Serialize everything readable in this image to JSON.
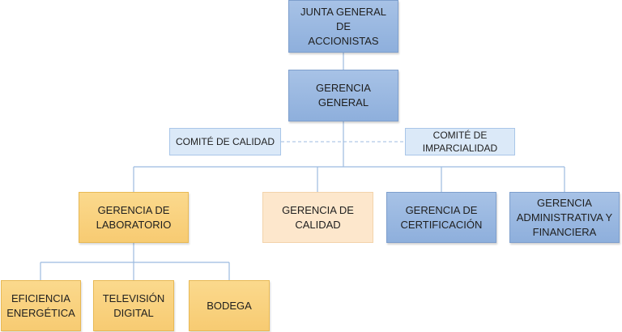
{
  "org_chart": {
    "top": {
      "label": "JUNTA GENERAL DE\nACCIONISTAS",
      "reports": {
        "label": "GERENCIA GENERAL",
        "committees": [
          {
            "label": "COMITÉ DE CALIDAD"
          },
          {
            "label": "COMITÉ DE\nIMPARCIALIDAD"
          }
        ],
        "departments": [
          {
            "label": "GERENCIA DE\nLABORATORIO",
            "units": [
              {
                "label": "EFICIENCIA\nENERGÉTICA"
              },
              {
                "label": "TELEVISIÓN\nDIGITAL"
              },
              {
                "label": "BODEGA"
              }
            ]
          },
          {
            "label": "GERENCIA DE\nCALIDAD"
          },
          {
            "label": "GERENCIA DE\nCERTIFICACIÓN"
          },
          {
            "label": "GERENCIA\nADMINISTRATIVA Y\nFINANCIERA"
          }
        ]
      }
    },
    "colors": {
      "executive": "#8eafdc",
      "committee": "#dbe9f8",
      "laboratory": "#f7cb72",
      "quality": "#fde7cc",
      "connector": "#9cbbe0"
    }
  }
}
